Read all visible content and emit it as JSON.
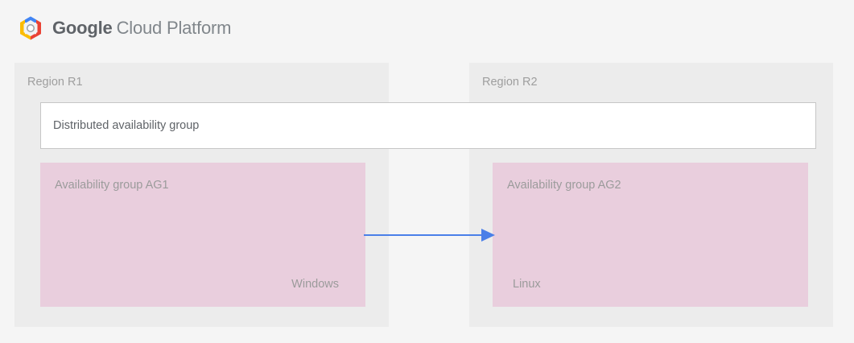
{
  "header": {
    "logo_icon": "google-cloud-platform-hexagon-logo",
    "brand_primary": "Google",
    "brand_secondary": "Cloud Platform",
    "logo_colors": {
      "blue": "#4285f4",
      "red": "#ea4335",
      "yellow": "#fbbc05",
      "green": "#34a853"
    }
  },
  "diagram": {
    "regions": [
      {
        "id": "r1",
        "label": "Region R1"
      },
      {
        "id": "r2",
        "label": "Region R2"
      }
    ],
    "distributed_group": {
      "label": "Distributed availability group"
    },
    "availability_groups": [
      {
        "id": "ag1",
        "title": "Availability group AG1",
        "os": "Windows",
        "region": "Region R1"
      },
      {
        "id": "ag2",
        "title": "Availability group AG2",
        "os": "Linux",
        "region": "Region R2"
      }
    ],
    "connector": {
      "icon": "arrow-right-icon",
      "direction": "AG1 to AG2",
      "color": "#4a7fe8"
    }
  },
  "colors": {
    "page_background": "#f5f5f5",
    "panel_background": "#ececec",
    "availability_group_fill": "#e9cedd",
    "distributed_group_fill": "#ffffff",
    "distributed_group_border": "#c6c6c6",
    "label_text": "#9b9b9b",
    "body_text": "#5f6368",
    "arrow": "#4a7fe8"
  }
}
